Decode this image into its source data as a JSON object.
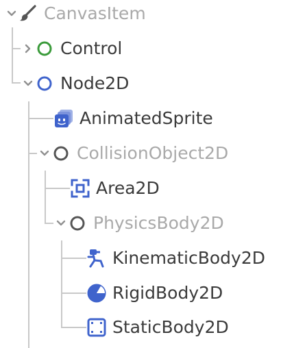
{
  "colors": {
    "text": "#3a3a3a",
    "text_disabled": "#a9a9a9",
    "guide_line": "#c8c8c8",
    "control_green": "#3b9b3b",
    "node2d_blue": "#3f63cc",
    "abstract_gray": "#555555"
  },
  "tree": {
    "items": [
      {
        "label": "CanvasItem",
        "icon": "brush-icon",
        "expander": "chevron-down-icon",
        "disabled": true
      },
      {
        "label": "Control",
        "icon": "ring-icon-green",
        "expander": "chevron-right-icon",
        "disabled": false
      },
      {
        "label": "Node2D",
        "icon": "ring-icon-blue",
        "expander": "chevron-down-icon",
        "disabled": false
      },
      {
        "label": "AnimatedSprite",
        "icon": "animated-sprite-icon",
        "expander": "",
        "disabled": false
      },
      {
        "label": "CollisionObject2D",
        "icon": "ring-icon-gray",
        "expander": "chevron-down-icon",
        "disabled": true
      },
      {
        "label": "Area2D",
        "icon": "area2d-icon",
        "expander": "",
        "disabled": false
      },
      {
        "label": "PhysicsBody2D",
        "icon": "ring-icon-gray",
        "expander": "chevron-down-icon",
        "disabled": true
      },
      {
        "label": "KinematicBody2D",
        "icon": "kinematic-body-icon",
        "expander": "",
        "disabled": false
      },
      {
        "label": "RigidBody2D",
        "icon": "rigid-body-icon",
        "expander": "",
        "disabled": false
      },
      {
        "label": "StaticBody2D",
        "icon": "static-body-icon",
        "expander": "",
        "disabled": false
      }
    ]
  }
}
